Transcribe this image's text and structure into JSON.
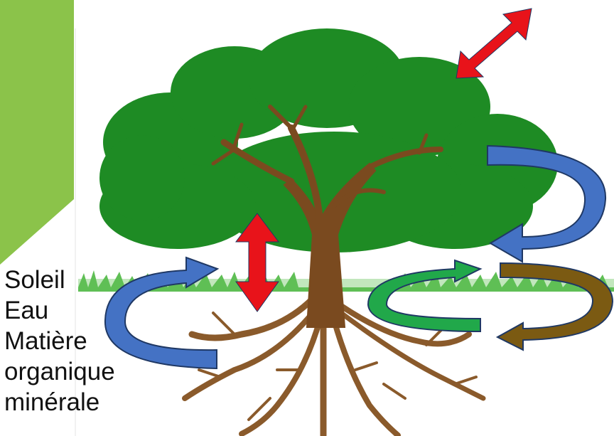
{
  "labels": [
    "Soleil",
    "Eau",
    "Matière",
    "organique",
    "minérale"
  ],
  "colors": {
    "panel": "#8BC34A",
    "panel_edge": "#7CB342",
    "foliage": "#1E8B24",
    "foliage_dark": "#14741A",
    "trunk": "#7A4A1F",
    "roots": "#8A5A2B",
    "grass": "#6CC35C",
    "arrow_red": "#E8131A",
    "arrow_blue": "#4472C4",
    "arrow_green": "#21A84A",
    "arrow_brown": "#7B5A12",
    "arrow_stroke": "#1F3864",
    "text": "#111111"
  }
}
